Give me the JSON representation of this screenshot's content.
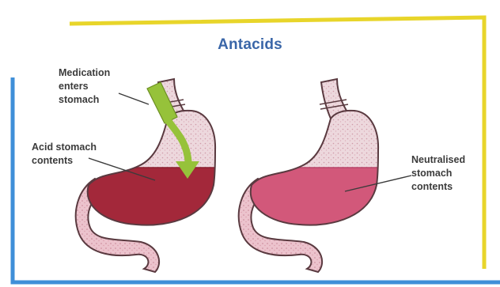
{
  "title": "Antacids",
  "labels": {
    "medication": [
      "Medication",
      "enters",
      "stomach"
    ],
    "acid": [
      "Acid stomach",
      "contents"
    ],
    "neutralised": [
      "Neutralised",
      "stomach",
      "contents"
    ]
  },
  "colors": {
    "frame_yellow": "#e8d52a",
    "frame_blue": "#3f8fd8",
    "title": "#3a66a8",
    "acid_fill": "#a3283a",
    "neutral_fill": "#d2587a",
    "stomach_upper": "#ead2d8",
    "intestine": "#e8b7c2",
    "outline": "#5a3a40",
    "medication": "#96c23a"
  }
}
